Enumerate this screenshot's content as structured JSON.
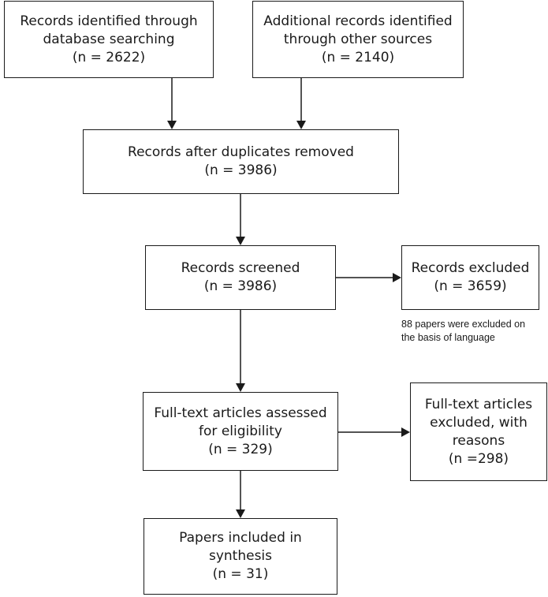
{
  "boxes": {
    "identified_db": {
      "lines": [
        "Records identified through",
        "database searching",
        "(n = 2622)"
      ]
    },
    "identified_other": {
      "lines": [
        "Additional records identified",
        "through other sources",
        "(n = 2140)"
      ]
    },
    "after_duplicates": {
      "lines": [
        "Records after duplicates removed",
        "(n = 3986)"
      ]
    },
    "screened": {
      "lines": [
        "Records screened",
        "(n = 3986)"
      ]
    },
    "excluded": {
      "lines": [
        "Records excluded",
        "(n = 3659)"
      ]
    },
    "fulltext_assessed": {
      "lines": [
        "Full-text articles assessed",
        "for eligibility",
        "(n = 329)"
      ]
    },
    "fulltext_excluded": {
      "lines": [
        "Full-text articles",
        "excluded, with",
        "reasons",
        "(n =298)"
      ]
    },
    "included": {
      "lines": [
        "Papers included in",
        "synthesis",
        "(n = 31)"
      ]
    }
  },
  "notes": {
    "language_exclusion": {
      "lines": [
        "88 papers were excluded on",
        "the basis of language"
      ]
    }
  }
}
